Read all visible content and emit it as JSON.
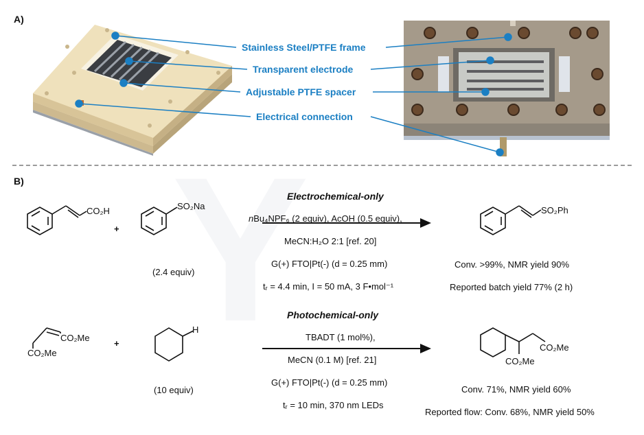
{
  "panel_a": {
    "label": "A)",
    "callouts": [
      "Stainless Steel/PTFE frame",
      "Transparent electrode",
      "Adjustable PTFE spacer",
      "Electrical connection"
    ]
  },
  "panel_b": {
    "label": "B)",
    "reaction1": {
      "title": "Electrochemical-only",
      "reactant1_group": "CO₂H",
      "plus": "+",
      "reactant2_group": "SO₂Na",
      "reactant2_equiv": "(2.4 equiv)",
      "cond1_prefix": "n",
      "cond1": "Bu₄NPF₆ (2 equiv), AcOH (0.5 equiv),",
      "cond2": "MeCN:H₂O 2:1 [ref. 20]",
      "cond3": "G(+) FTO|Pt(-) (d = 0.25 mm)",
      "cond4": "tᵣ = 4.4 min, I = 50 mA, 3 F•mol⁻¹",
      "product_group": "SO₂Ph",
      "result1": "Conv. >99%, NMR yield 90%",
      "result2": "Reported batch yield 77% (2 h)"
    },
    "reaction2": {
      "title": "Photochemical-only",
      "reactant1_group_a": "CO₂Me",
      "reactant1_group_b": "CO₂Me",
      "plus": "+",
      "reactant2_h": "H",
      "reactant2_equiv": "(10 equiv)",
      "cond1": "TBADT (1 mol%),",
      "cond2": "MeCN (0.1 M) [ref. 21]",
      "cond3": "G(+) FTO|Pt(-) (d = 0.25 mm)",
      "cond4": "tᵣ = 10 min, 370 nm LEDs",
      "product_group_a": "CO₂Me",
      "product_group_b": "CO₂Me",
      "result1": "Conv. 71%, NMR yield 60%",
      "result2": "Reported flow: Conv. 68%, NMR yield 50%"
    }
  }
}
